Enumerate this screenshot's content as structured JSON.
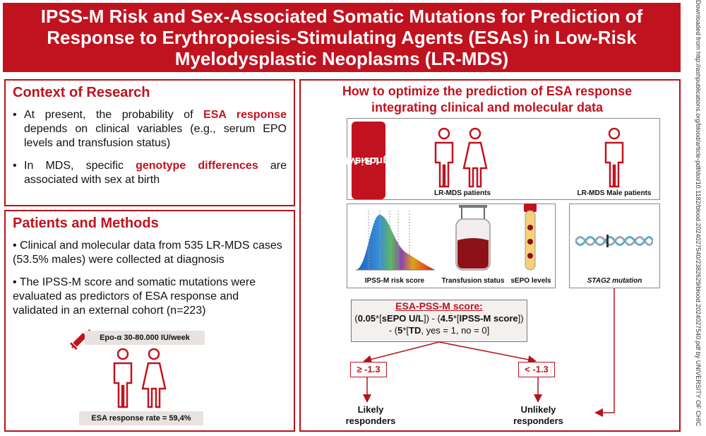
{
  "header": {
    "line1": "IPSS-M Risk and Sex-Associated Somatic Mutations for Prediction of",
    "line2": "Response to Erythropoiesis-Stimulating Agents (ESAs) in Low-Risk",
    "line3": "Myelodysplastic Neoplasms (LR-MDS)"
  },
  "context": {
    "title": "Context of Research",
    "b1_pre": "At present, the probability of ",
    "b1_hl": "ESA response",
    "b1_post": " depends on clinical variables (e.g., serum EPO levels and  transfusion status)",
    "b2_pre": "In MDS, specific ",
    "b2_hl": "genotype differences",
    "b2_post": " are associated with sex at birth"
  },
  "methods": {
    "title": "Patients and Methods",
    "b1": "• Clinical and molecular data from 535 LR-MDS cases (53.5% males) were collected at diagnosis",
    "b2": "•  The IPSS-M score and somatic mutations were evaluated as predictors of ESA response and validated in an external cohort (n=223)",
    "epo_label": "Epo-α 30-80.000 IU/week",
    "rate_label": "ESA response rate = 59,4%"
  },
  "optimize": {
    "title_line1": "How to optimize the prediction of ESA response",
    "title_line2": "integrating clinical and molecular data",
    "diagnosis_line1": "LR--MDS",
    "diagnosis_line2": "Diagnosis",
    "patients_caption": "LR-MDS patients",
    "male_caption": "LR-MDS Male patients",
    "risk_caption": "IPSS-M risk score",
    "transfusion_caption": "Transfusion status",
    "sepo_caption": "sEPO levels",
    "stag2_caption": "STAG2 mutation",
    "formula_title": "ESA-PSS-M score:",
    "formula_line1_a": "0.05",
    "formula_line1_b": "sEPO U/L",
    "formula_line1_c": "4.5",
    "formula_line1_d": "IPSS-M score",
    "formula_line2_a": "5",
    "formula_line2_b": "TD",
    "formula_line2_c": ", yes = 1, no = 0]",
    "threshold_high": "≥ -1.3",
    "threshold_low": "< -1.3",
    "likely_line1": "Likely",
    "likely_line2": "responders",
    "unlikely_line1": "Unlikely",
    "unlikely_line2": "responders"
  },
  "side_note": "Downloaded from http://ashpublications.org/blood/article-pdf/doi/10.1182/blood.2024027540/2382629/blood.2024027540.pdf by UNIVERSITY OF CHIC",
  "colors": {
    "brand_red": "#c1121f"
  }
}
